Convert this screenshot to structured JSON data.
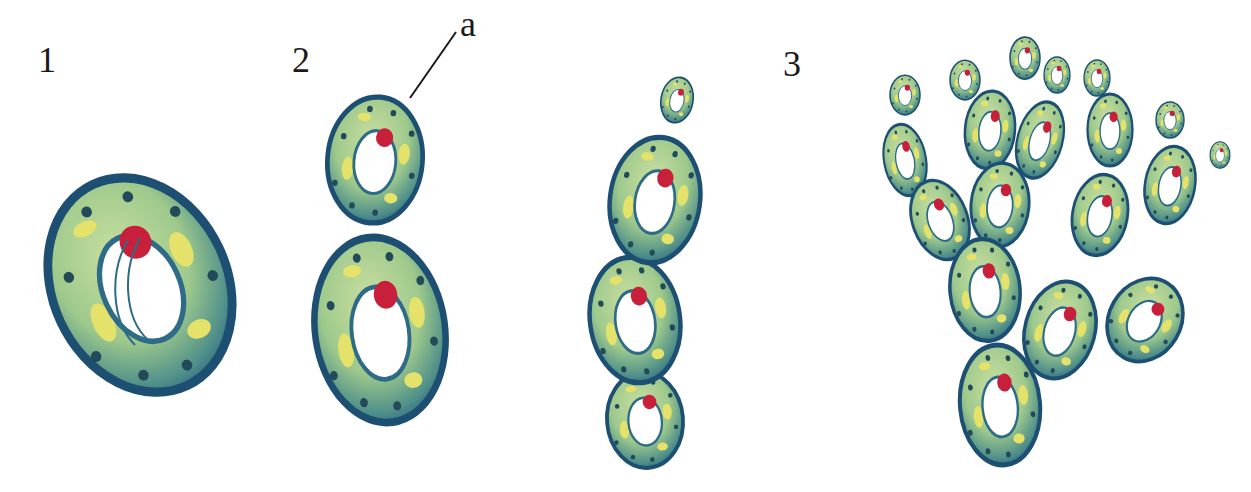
{
  "diagram": {
    "labels": [
      "1",
      "2",
      "a",
      "3"
    ]
  }
}
